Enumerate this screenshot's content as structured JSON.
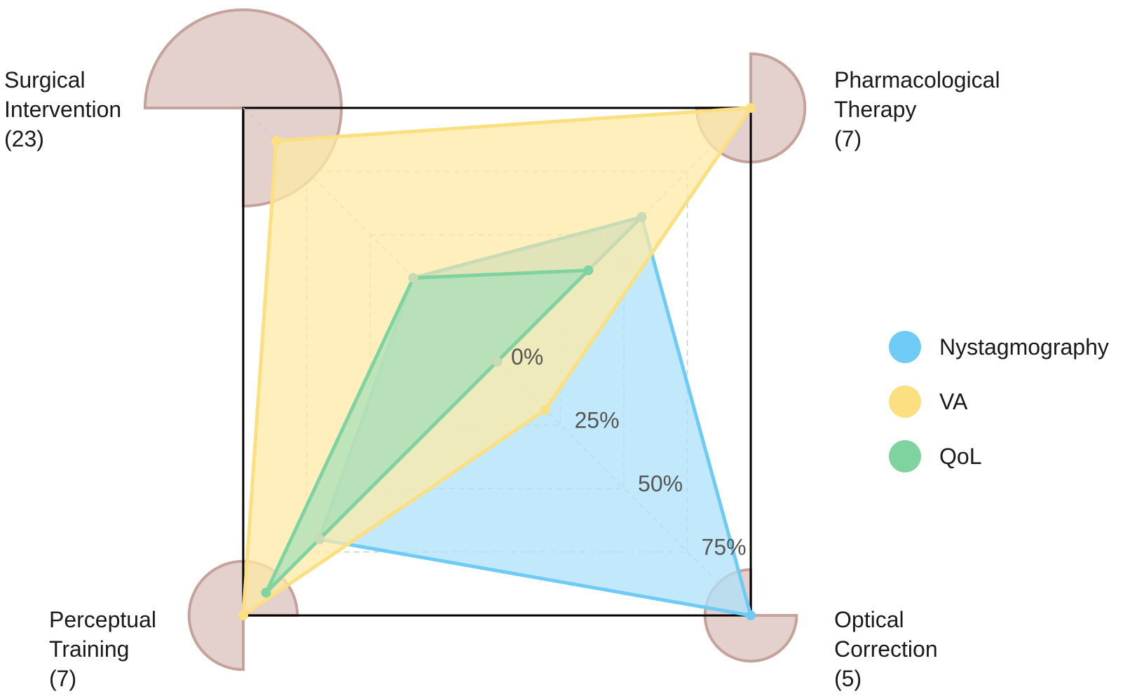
{
  "chart_data": {
    "type": "radar",
    "axes": [
      {
        "label": "Surgical Intervention",
        "count": "(23)",
        "count_value": 23
      },
      {
        "label": "Pharmacological Therapy",
        "count": "(7)",
        "count_value": 7
      },
      {
        "label": "Optical Correction",
        "count": "(5)",
        "count_value": 5
      },
      {
        "label": "Perceptual Training",
        "count": "(7)",
        "count_value": 7
      }
    ],
    "ticks": [
      "0%",
      "25%",
      "50%",
      "75%"
    ],
    "tick_values": [
      0,
      25,
      50,
      75
    ],
    "rmax": 100,
    "series": [
      {
        "name": "Nystagmography",
        "color": "#6ecbf5",
        "fill": "#aee2fa",
        "values": [
          0,
          57,
          100,
          70
        ]
      },
      {
        "name": "VA",
        "color": "#fbdf80",
        "fill": "#fde9a6",
        "values": [
          87,
          100,
          19,
          100
        ]
      },
      {
        "name": "QoL",
        "color": "#7ed39e",
        "fill": "#a9e0b9",
        "values": [
          33,
          36,
          0,
          91
        ]
      }
    ],
    "extra_shape": {
      "color": "#c9dbb4",
      "values": [
        33,
        57,
        0,
        70
      ]
    },
    "grid": true,
    "legend_position": "right",
    "colors": {
      "wedge_fill": "#e4d0cc",
      "wedge_stroke": "#c5a29c",
      "frame": "#000000"
    }
  }
}
